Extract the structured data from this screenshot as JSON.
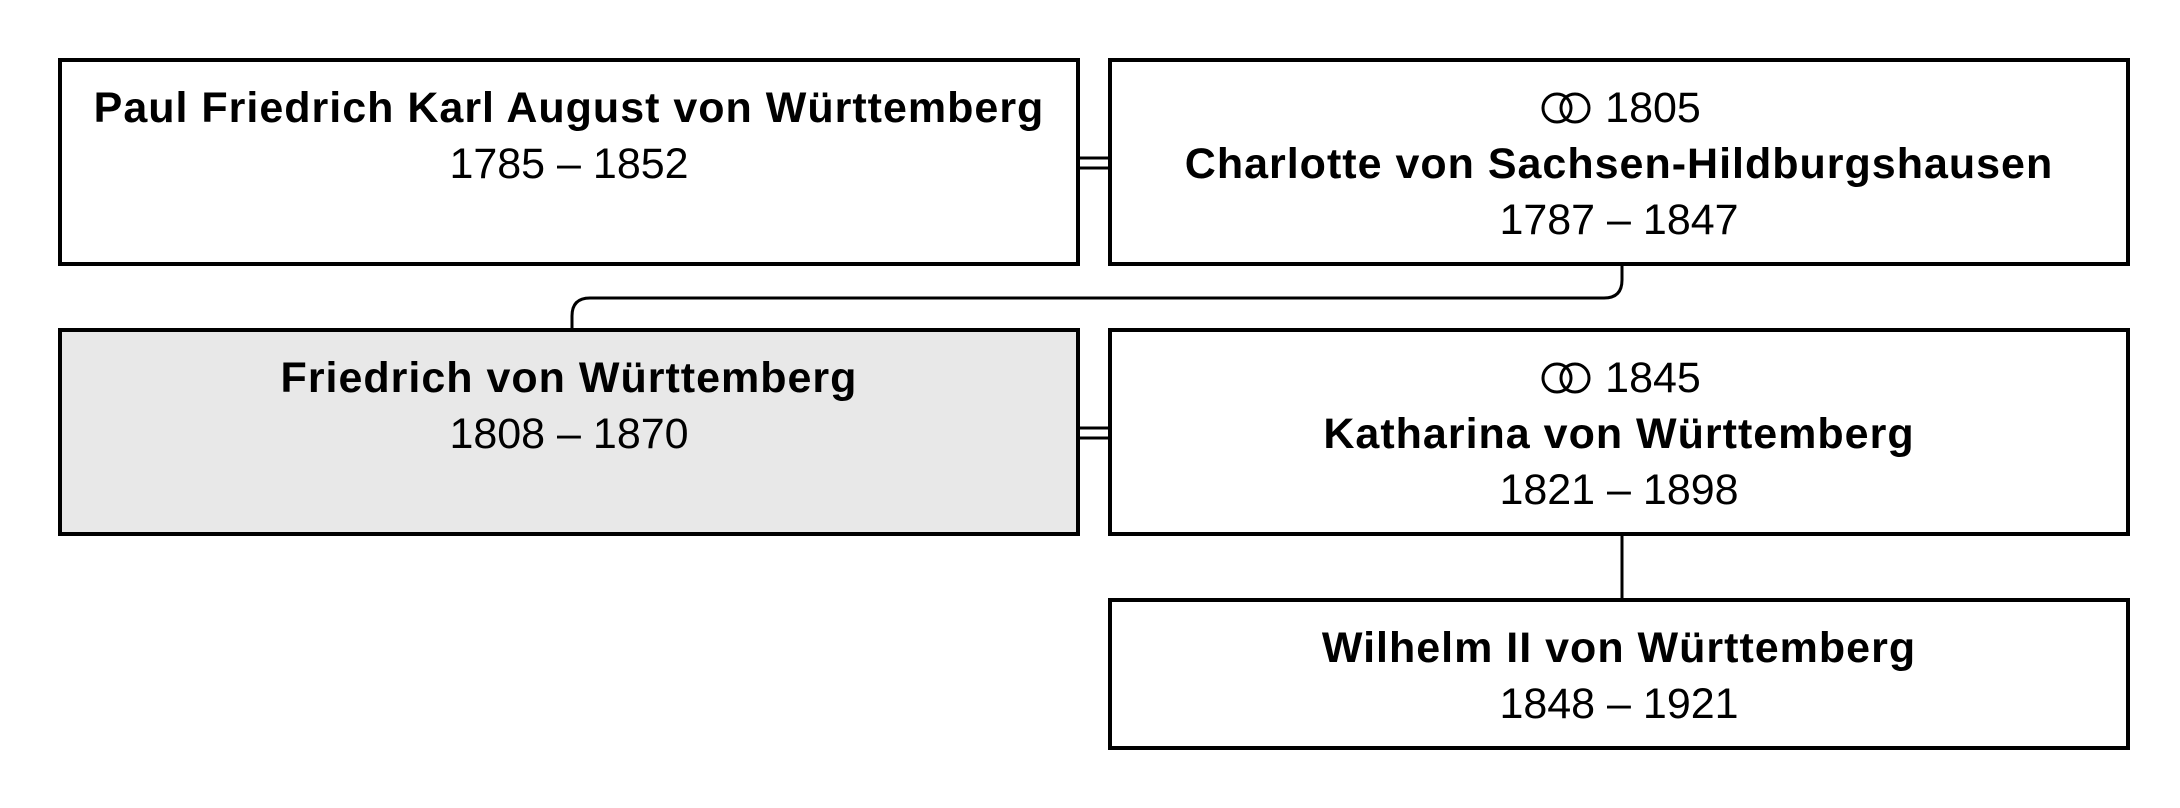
{
  "persons": {
    "paul": {
      "name": "Paul Friedrich Karl August von Württemberg",
      "dates": "1785 – 1852"
    },
    "charlotte": {
      "marriage_year": "1805",
      "name": "Charlotte von Sachsen-Hildburgshausen",
      "dates": "1787 – 1847"
    },
    "friedrich": {
      "name": "Friedrich von Württemberg",
      "dates": "1808 – 1870"
    },
    "katharina": {
      "marriage_year": "1845",
      "name": "Katharina von Württemberg",
      "dates": "1821 – 1898"
    },
    "wilhelm": {
      "name": "Wilhelm II von Württemberg",
      "dates": "1848 – 1921"
    }
  },
  "icons": {
    "marriage": "rings-icon"
  },
  "colors": {
    "highlight_background": "#e8e8e8",
    "border": "#000000"
  }
}
